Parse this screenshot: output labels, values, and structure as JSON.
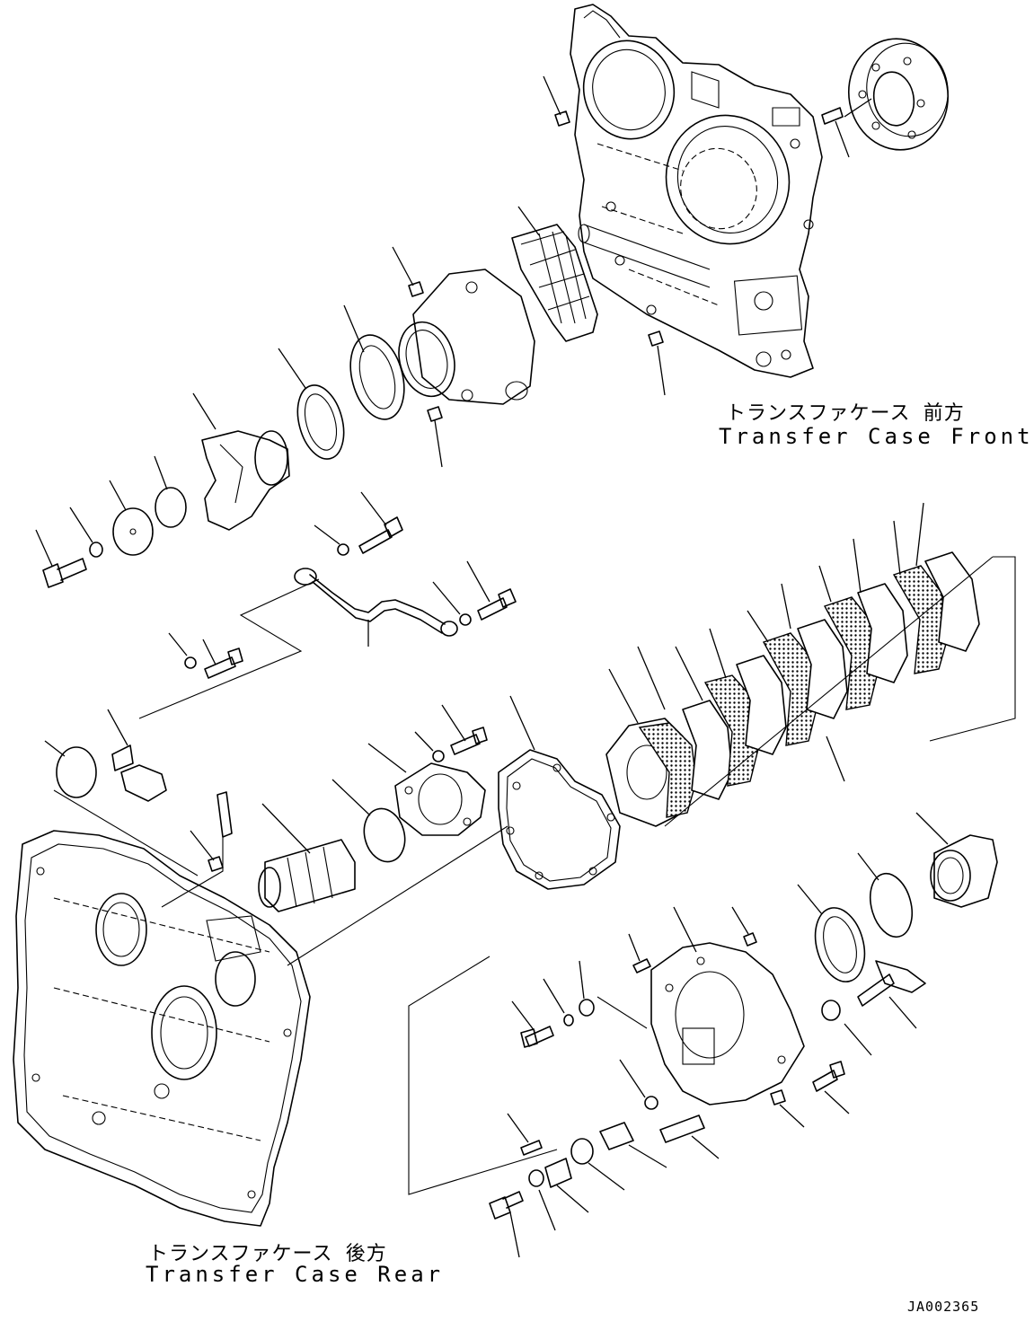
{
  "labels": {
    "front_jp": "トランスファケース 前方",
    "front_en": "Transfer Case Front",
    "rear_jp": "トランスファケース 後方",
    "rear_en": "Transfer Case Rear",
    "drawing_code": "JA002365"
  }
}
